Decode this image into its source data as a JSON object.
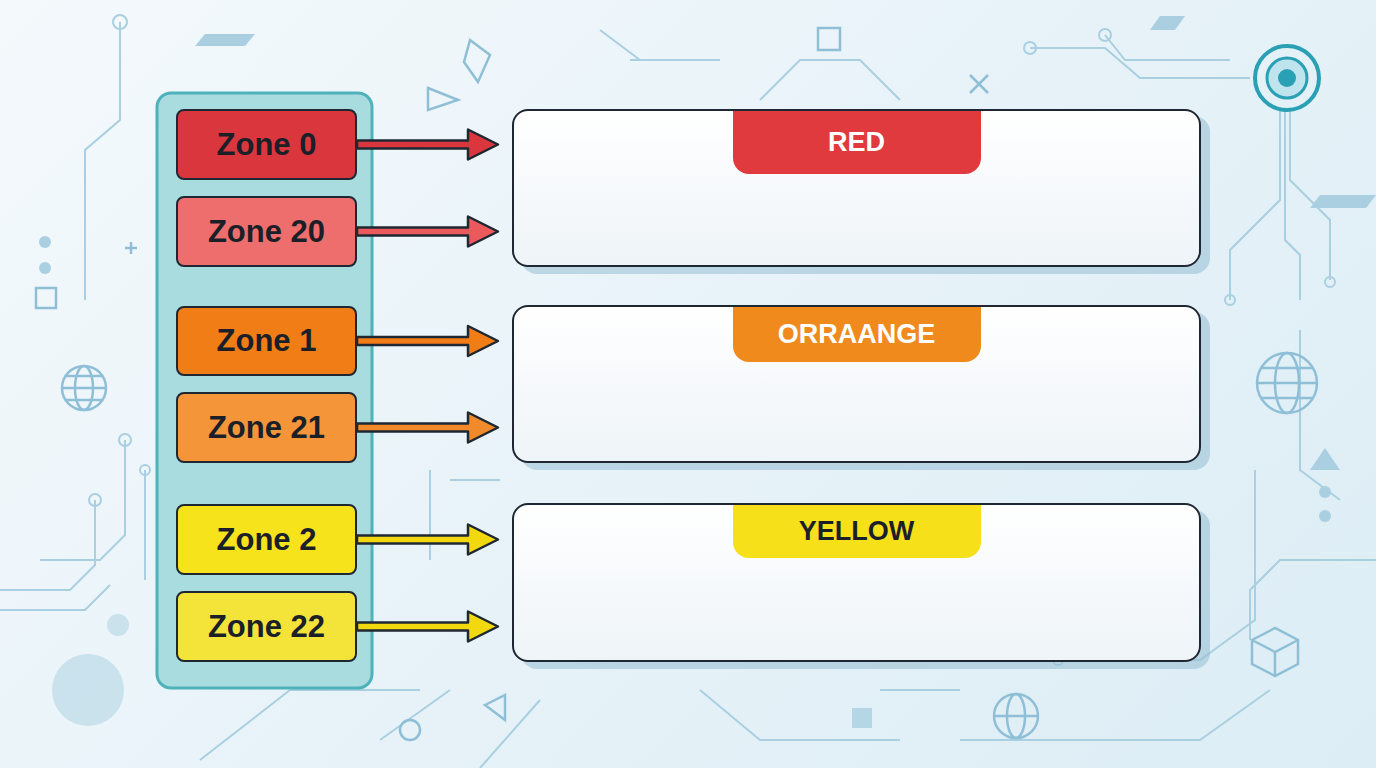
{
  "diagram": {
    "nodes": [
      {
        "text": [
          "Zone 0"
        ]
      },
      {
        "text": [
          "Zone 20"
        ]
      },
      {
        "text": [
          "Zone 1"
        ]
      },
      {
        "text": [
          "Zone 21"
        ]
      },
      {
        "text": [
          "Zone 2"
        ]
      },
      {
        "text": [
          "Zone 22"
        ]
      },
      {
        "text": [
          "RED"
        ]
      },
      {
        "text": [
          "ORRAANGE"
        ]
      },
      {
        "text": [
          "YELLOW"
        ]
      }
    ],
    "edges": [
      {
        "from": 0,
        "to": 6,
        "arrow": "to"
      },
      {
        "from": 1,
        "to": 6,
        "arrow": "to"
      },
      {
        "from": 2,
        "to": 7,
        "arrow": "to"
      },
      {
        "from": 3,
        "to": 7,
        "arrow": "to"
      },
      {
        "from": 4,
        "to": 8,
        "arrow": "to"
      },
      {
        "from": 5,
        "to": 8,
        "arrow": "to"
      }
    ]
  }
}
